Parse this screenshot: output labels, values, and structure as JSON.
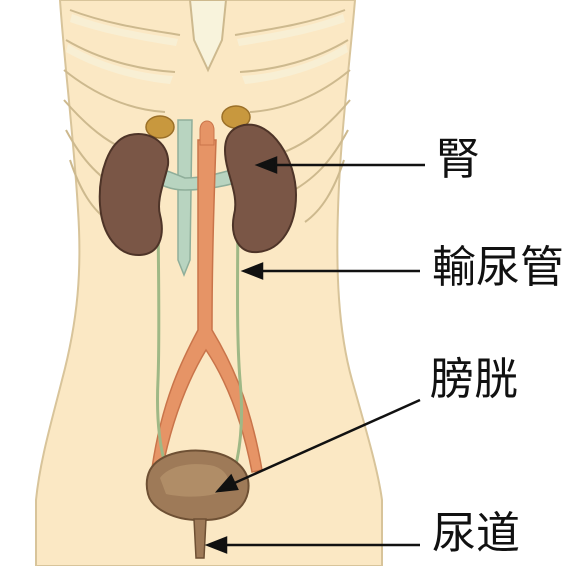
{
  "labels": {
    "kidney": "腎",
    "ureter": "輸尿管",
    "bladder": "膀胱",
    "urethra": "尿道"
  },
  "colors": {
    "skin": "#fbe8c4",
    "outline": "#d8c49a",
    "bone": "#f8f3dc",
    "kidney": "#7a5646",
    "adrenal": "#c8983e",
    "aorta": "#e69466",
    "vein": "#b8d4c0",
    "bladder": "#9e7a58",
    "ink": "#111111"
  }
}
